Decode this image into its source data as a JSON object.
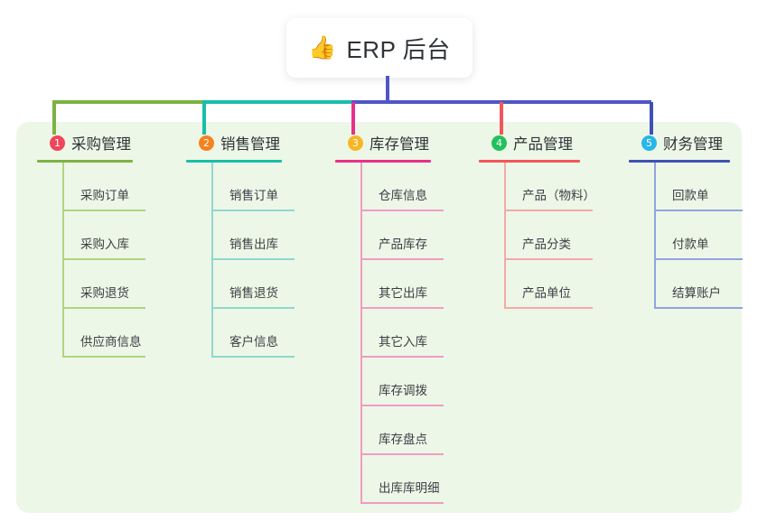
{
  "diagram": {
    "type": "mind-map",
    "root": {
      "icon": "thumbs-up-icon",
      "emoji": "👍",
      "label": "ERP 后台"
    },
    "panel_color": "#edf7e7",
    "trunk_color": "#4f56c4",
    "columns": [
      {
        "number": "1",
        "label": "采购管理",
        "badge_color": "#f0445c",
        "line_color": "#7cb342",
        "leaf_line_color": "#aed581",
        "bus_color": "#7cb342",
        "items": [
          "采购订单",
          "采购入库",
          "采购退货",
          "供应商信息"
        ]
      },
      {
        "number": "2",
        "label": "销售管理",
        "badge_color": "#f5821f",
        "line_color": "#17bfa8",
        "leaf_line_color": "#8fd8cd",
        "bus_color": "#17bfa8",
        "items": [
          "销售订单",
          "销售出库",
          "销售退货",
          "客户信息"
        ]
      },
      {
        "number": "3",
        "label": "库存管理",
        "badge_color": "#f7b724",
        "line_color": "#e8308a",
        "leaf_line_color": "#f09cc4",
        "bus_color": "#4f56c4",
        "items": [
          "仓库信息",
          "产品库存",
          "其它出库",
          "其它入库",
          "库存调拨",
          "库存盘点",
          "出库库明细"
        ]
      },
      {
        "number": "4",
        "label": "产品管理",
        "badge_color": "#22c15e",
        "line_color": "#f4555a",
        "leaf_line_color": "#f6a9a6",
        "bus_color": "#4f56c4",
        "items": [
          "产品（物料）",
          "产品分类",
          "产品单位"
        ]
      },
      {
        "number": "5",
        "label": "财务管理",
        "badge_color": "#29b6e8",
        "line_color": "#3f51b5",
        "leaf_line_color": "#90a4e0",
        "bus_color": "#4f56c4",
        "items": [
          "回款单",
          "付款单",
          "结算账户"
        ]
      }
    ]
  }
}
